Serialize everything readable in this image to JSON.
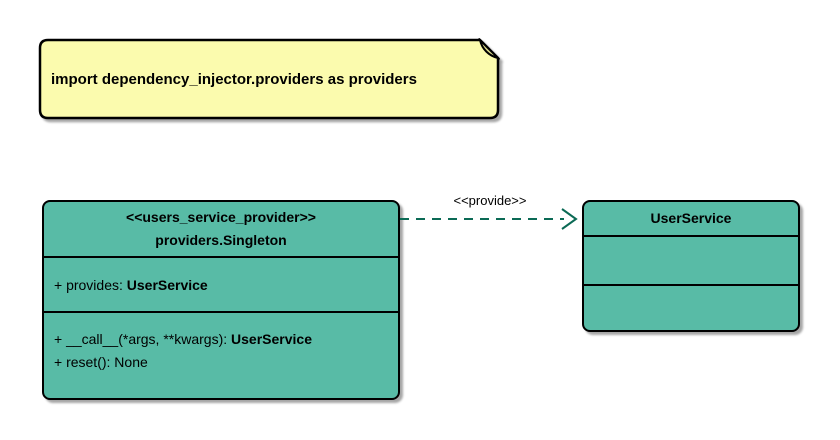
{
  "diagram": {
    "note": {
      "text": "import dependency_injector.providers as providers"
    },
    "provider_class": {
      "stereotype": "<<users_service_provider>>",
      "name": "providers.Singleton",
      "attributes": [
        {
          "label": "+ provides: ",
          "type": "UserService"
        }
      ],
      "methods": [
        {
          "label": "+ __call__(*args, **kwargs): ",
          "type": "UserService"
        },
        {
          "label": "+ reset(): None",
          "type": ""
        }
      ]
    },
    "service_class": {
      "name": "UserService"
    },
    "edge": {
      "label": "<<provide>>"
    },
    "colors": {
      "class_fill": "#58BBA6",
      "note_fill": "#FBFBAE",
      "note_fold": "#D9D98C",
      "arrow": "#0B6A55",
      "border": "#000000"
    }
  }
}
